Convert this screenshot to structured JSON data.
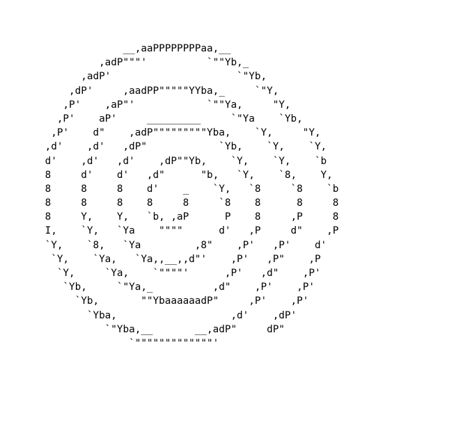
{
  "art": {
    "lines": [
      "              __,aaPPPPPPPPaa,__",
      "          ,adP\"\"\"'          `\"\"Yb,_",
      "       ,adP'                     `\"Yb,",
      "     ,dP'     ,aadPP\"\"\"\"\"YYba,_     `\"Y,",
      "    ,P'    ,aP\"'            `\"\"Ya,     \"Y,",
      "   ,P'    aP'     _________     `\"Ya    `Yb,",
      "  ,P'    d\"    ,adP\"\"\"\"\"\"\"\"\"Yba,    `Y,     \"Y,",
      " ,d'    ,d'   ,dP\"            `Yb,    `Y,    `Y,",
      " d'    ,d'   ,d'    ,dP\"\"Yb,    `Y,    `Y,    `b",
      " 8     d'    d'   ,d\"      \"b,   `Y,    `8,    Y,",
      " 8     8     8    d'    _    `Y,   `8     `8    `b",
      " 8     8     8    8     8     `8    8      8     8",
      " 8     Y,    Y,   `b, ,aP      P    8     ,P     8",
      " I,    `Y,   `Ya    \"\"\"\"      d'   ,P     d\"    ,P",
      " `Y,    `8,   `Ya         ,8\"    ,P'   ,P'    d'",
      "  `Y,    `Ya,   `Ya,,__,,d\"'    ,P'   ,P\"    ,P",
      "   `Y,     `Ya,    `\"\"\"\"'      ,P'   ,d\"    ,P'",
      "    `Yb,     `\"Ya,_          ,d\"    ,P'    ,P'",
      "      `Yb,       \"\"YbaaaaaadP\"     ,P'    ,P'",
      "        `Yba,                   ,d'    ,dP'",
      "           `\"Yba,__       __,adP\"     dP\"",
      "               `\"\"\"\"\"\"\"\"\"\"\"\"\"'"
    ]
  }
}
